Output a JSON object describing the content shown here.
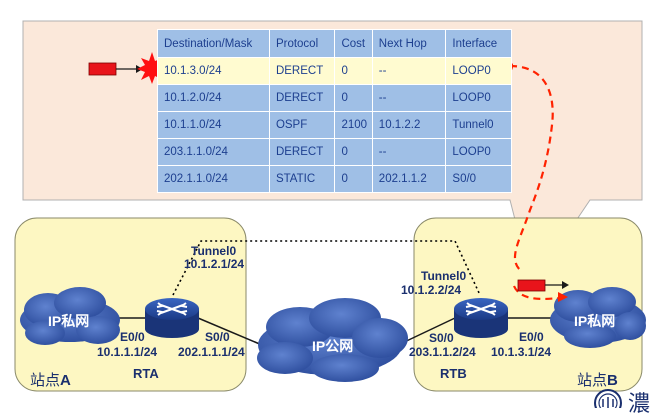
{
  "table": {
    "headers": [
      "Destination/Mask",
      "Protocol",
      "Cost",
      "Next Hop",
      "Interface"
    ],
    "rows": [
      [
        "10.1.3.0/24",
        "DERECT",
        "0",
        "--",
        "LOOP0"
      ],
      [
        "10.1.2.0/24",
        "DERECT",
        "0",
        "--",
        "LOOP0"
      ],
      [
        "10.1.1.0/24",
        "OSPF",
        "2100",
        "10.1.2.2",
        "Tunnel0"
      ],
      [
        "203.1.1.0/24",
        "DERECT",
        "0",
        "--",
        "LOOP0"
      ],
      [
        "202.1.1.0/24",
        "STATIC",
        "0",
        "202.1.1.2",
        "S0/0"
      ]
    ]
  },
  "labels": {
    "cloud_left": "IP私网",
    "cloud_mid": "IP公网",
    "cloud_right": "IP私网",
    "rta_tunnel_name": "Tunnel0",
    "rta_tunnel_ip": "10.1.2.1/24",
    "rtb_tunnel_name": "Tunnel0",
    "rtb_tunnel_ip": "10.1.2.2/24",
    "rta_e00": "E0/0",
    "rta_e00_ip": "10.1.1.1/24",
    "rta_s00": "S0/0",
    "rta_s00_ip": "202.1.1.1/24",
    "rtb_s00": "S0/0",
    "rtb_s00_ip": "203.1.1.2/24",
    "rtb_e00": "E0/0",
    "rtb_e00_ip": "10.1.3.1/24",
    "rta": "RTA",
    "rtb": "RTB",
    "site_a_prefix": "站点",
    "site_a_letter": "A",
    "site_b_prefix": "站点",
    "site_b_letter": "B",
    "corner_char": "濃"
  },
  "colors": {
    "callout_bg": "#fbe8da",
    "site_bg": "#fdf7c2",
    "cloud": "#3355a6",
    "router": "#1d3f8f",
    "table_header": "#9fbfe6",
    "highlight_row": "#fffbd0",
    "packet": "#e8141b",
    "dashed_path": "#ff2200"
  },
  "icons": [
    "router-icon",
    "cloud-icon",
    "packet-icon",
    "explosion-icon",
    "cursor-icon"
  ]
}
